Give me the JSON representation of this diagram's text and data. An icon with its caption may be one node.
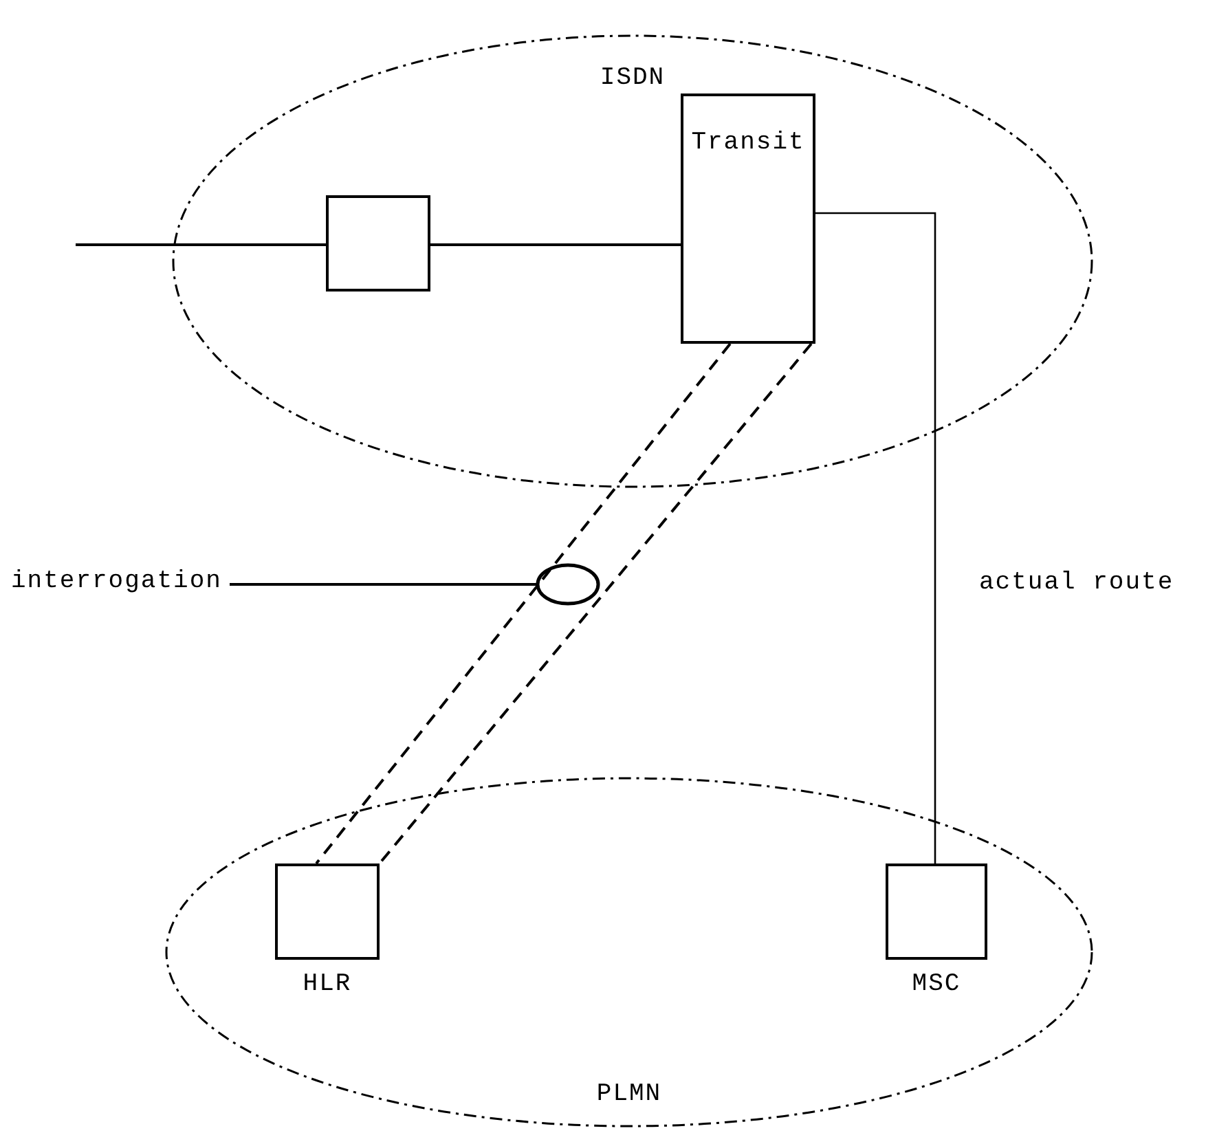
{
  "diagram": {
    "nodes": [
      {
        "text": [
          "ISDN"
        ]
      },
      {
        "text": [],
        "shape": "box",
        "in": 0
      },
      {
        "text": [
          "Transit"
        ],
        "in": 0
      },
      {
        "text": [
          "PLMN"
        ]
      },
      {
        "text": [
          "HLR"
        ],
        "in": 3
      },
      {
        "text": [
          "MSC"
        ],
        "in": 3
      },
      {
        "text": [
          "interrogation"
        ]
      },
      {
        "text": [],
        "shape": "circle"
      }
    ],
    "edges": [
      {
        "from": null,
        "to": 1,
        "arrow": "none"
      },
      {
        "from": 1,
        "to": 2,
        "arrow": "none"
      },
      {
        "from": 2,
        "to": 5,
        "arrow": "none",
        "label": "actual route"
      },
      {
        "from": 2,
        "to": 4,
        "arrow": "none",
        "style": "dashed"
      },
      {
        "from": 2,
        "to": 4,
        "arrow": "none",
        "style": "dashed"
      },
      {
        "from": 6,
        "to": 7,
        "arrow": "none"
      }
    ]
  }
}
